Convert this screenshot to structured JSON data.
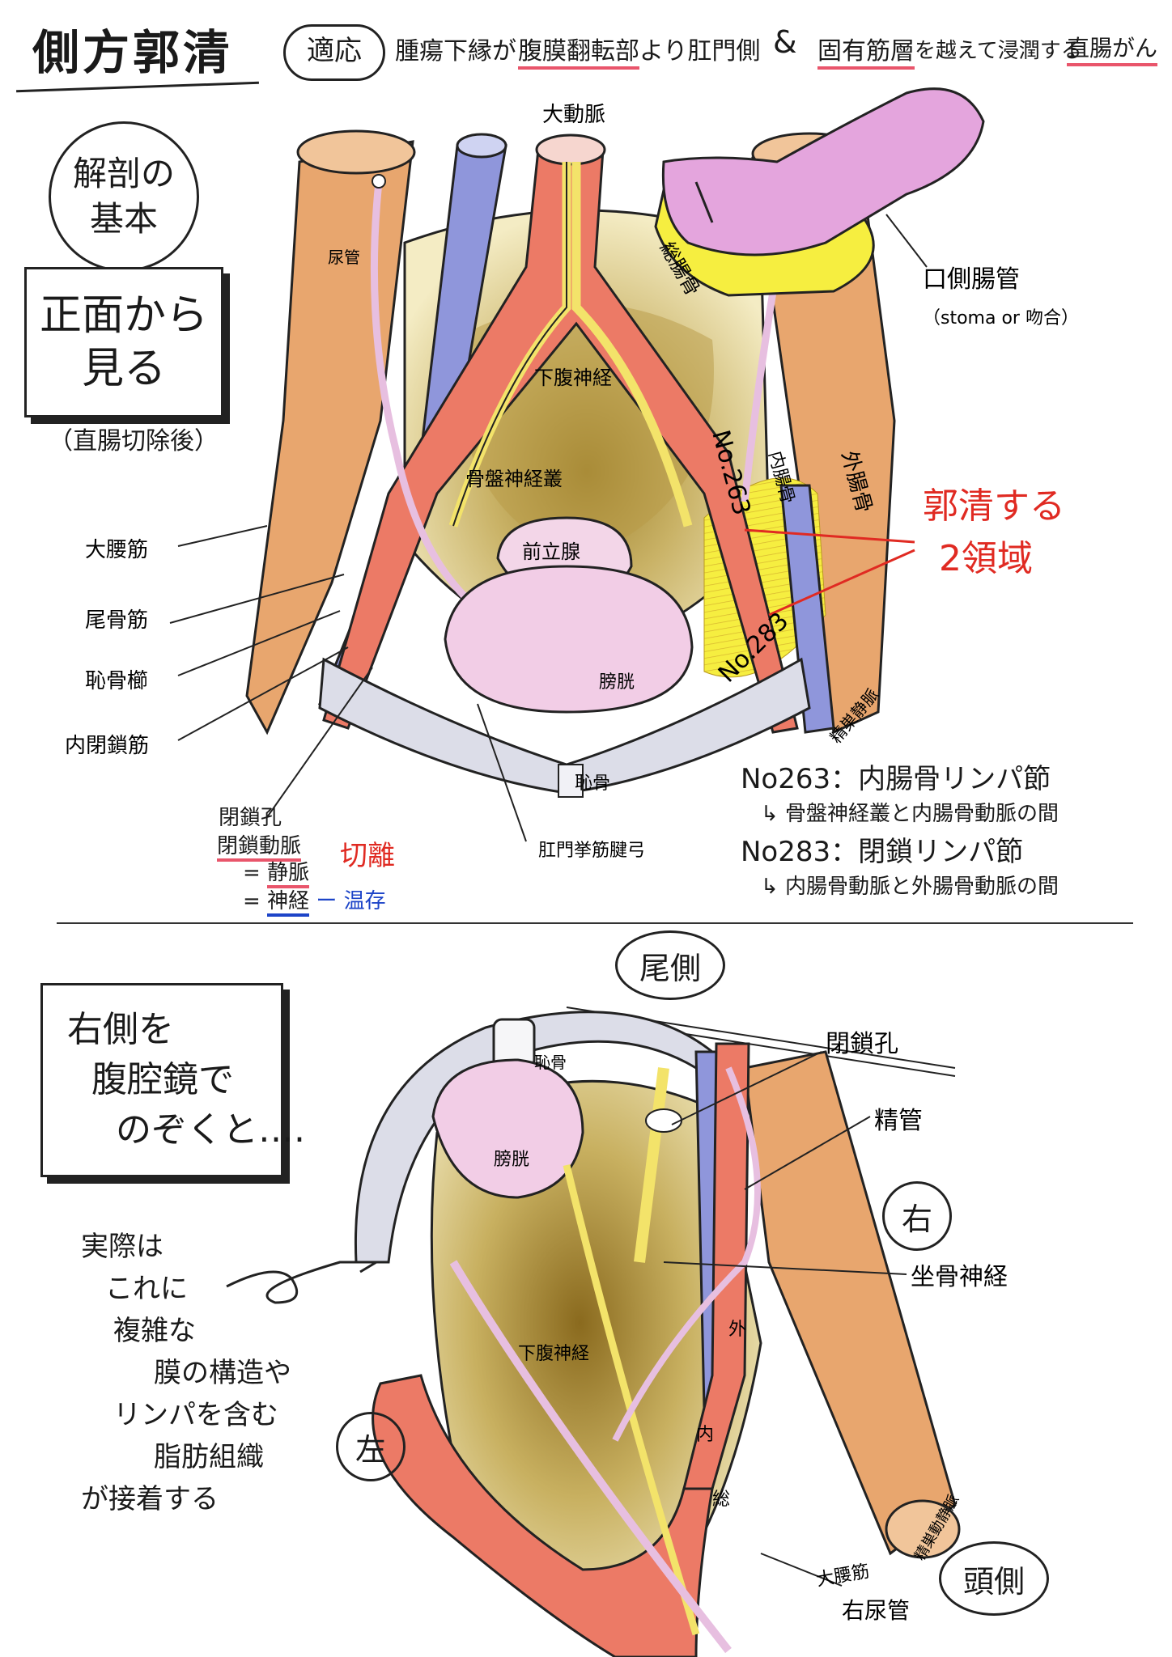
{
  "header": {
    "title": "側方郭清",
    "badge": "適応",
    "indication_part1": "腫瘍下縁が",
    "indication_part2": "腹膜翻転部",
    "indication_part3": "より肛門側",
    "amp": "&",
    "indication_part4": "固有筋層",
    "indication_part5": "を越えて浸潤する",
    "indication_part6": "直腸がん"
  },
  "top": {
    "circle_line1": "解剖の",
    "circle_line2": "基本",
    "box_line1": "正面から",
    "box_line2": "見る",
    "box_caption": "（直腸切除後）",
    "labels": {
      "aorta": "大動脈",
      "ureter": "尿管",
      "sigmoid": "総腸骨",
      "oral_bowel": "口側腸管",
      "oral_bowel_sub": "（stoma or 吻合）",
      "hypogastric": "下腹神経",
      "pelvic_plexus": "骨盤神経叢",
      "no263": "No.263",
      "no283": "No.283",
      "internal_iliac": "内腸骨",
      "external_iliac": "外腸骨",
      "dissect_line1": "郭清する",
      "dissect_line2": "2領域",
      "psoas": "大腰筋",
      "coccygeus": "尾骨筋",
      "pubic_arch": "恥骨櫛",
      "obturator_internus": "内閉鎖筋",
      "prostate": "前立腺",
      "bladder": "膀胱",
      "pubis": "恥骨",
      "levator": "肛門挙筋腱弓",
      "obturator_foramen": "閉鎖孔",
      "obturator_artery": "閉鎖動脈",
      "obturator_vein": "静脈",
      "obturator_nerve": "神経",
      "sever": "切離",
      "preserve": "温存",
      "eq1": "=",
      "eq2": "=",
      "dash": "ー",
      "small_corner": "精巣静脈",
      "def263_title": "No263：内腸骨リンパ節",
      "def263_desc": "↳ 骨盤神経叢と内腸骨動脈の間",
      "def283_title": "No283：閉鎖リンパ節",
      "def283_desc": "↳ 内腸骨動脈と外腸骨動脈の間"
    }
  },
  "bottom": {
    "box_line1": "右側を",
    "box_line2": "腹腔鏡で",
    "box_line3": "のぞくと….",
    "note_line1": "実際は",
    "note_line2": "これに",
    "note_line3": "複雑な",
    "note_line4": "膜の構造や",
    "note_line5": "リンパを含む",
    "note_line6": "脂肪組織",
    "note_line7": "が接着する",
    "labels": {
      "caudal": "尾側",
      "cranial": "頭側",
      "right": "右",
      "left": "左",
      "pubis": "恥骨",
      "bladder": "膀胱",
      "obturator_foramen": "閉鎖孔",
      "vas": "精管",
      "sciatic": "坐骨神経",
      "hypogastric": "下腹神経",
      "ext": "外",
      "int": "内",
      "common": "総",
      "psoas": "大腰筋",
      "testicular": "精巣動静脈",
      "ureter": "右尿管"
    }
  },
  "colors": {
    "muscle": "#e8a66e",
    "artery": "#ec7a66",
    "vein": "#8f96db",
    "nerve": "#f3e36a",
    "bladder": "#f2cde6",
    "ureter": "#e7bfe0",
    "pelvis_fill": "#d9c98a",
    "bone": "#dcdde8",
    "highlight": "#f6ee40",
    "red_ink": "#e02a22",
    "blue_ink": "#1d44c8"
  }
}
